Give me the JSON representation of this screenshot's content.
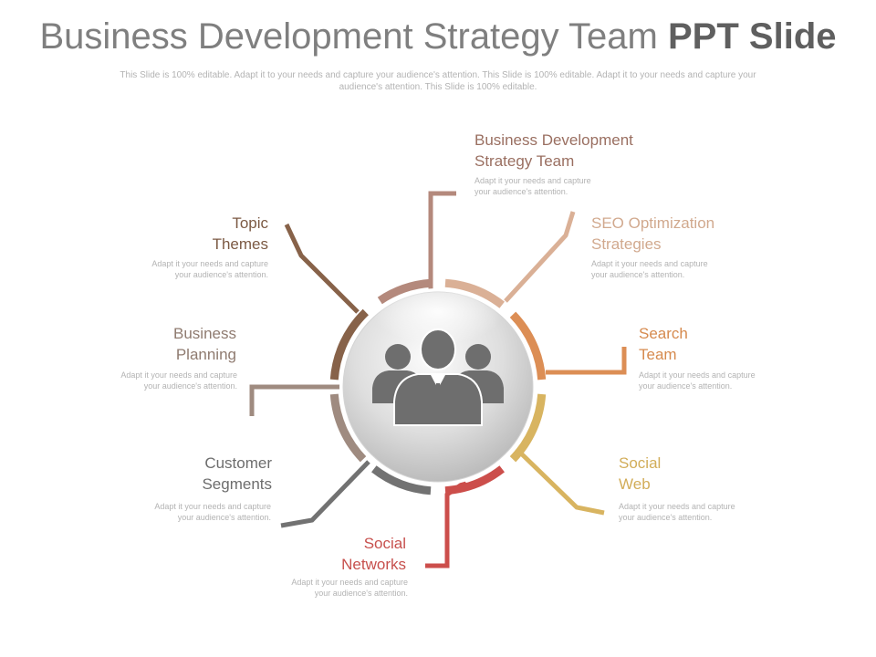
{
  "title": {
    "main": "Business Development Strategy Team",
    "bold": "PPT Slide"
  },
  "subtitle": "This Slide is 100% editable. Adapt it to your needs and capture your audience's attention. This Slide is 100% editable. Adapt it to your needs and capture your audience's attention. This Slide is 100% editable.",
  "center_icon": "team-people-icon",
  "items": [
    {
      "id": "bdst",
      "line1": "Business Development",
      "line2": "Strategy Team",
      "desc1": "Adapt it your needs and capture",
      "desc2": "your audience's attention.",
      "color": "#b4897c"
    },
    {
      "id": "seo",
      "line1": "SEO Optimization",
      "line2": "Strategies",
      "desc1": "Adapt it your needs and capture",
      "desc2": "your audience's attention.",
      "color": "#dab096"
    },
    {
      "id": "search",
      "line1": "Search",
      "line2": "Team",
      "desc1": "Adapt it your needs and capture",
      "desc2": "your audience's attention.",
      "color": "#dc8e55"
    },
    {
      "id": "social-web",
      "line1": "Social",
      "line2": "Web",
      "desc1": "Adapt it your needs and capture",
      "desc2": "your audience's attention.",
      "color": "#d8b460"
    },
    {
      "id": "social-networks",
      "line1": "Social",
      "line2": "Networks",
      "desc1": "Adapt it your needs and capture",
      "desc2": "your audience's attention.",
      "color": "#cc4e4b"
    },
    {
      "id": "customer",
      "line1": "Customer",
      "line2": "Segments",
      "desc1": "Adapt it your needs and capture",
      "desc2": "your audience's attention.",
      "color": "#727272"
    },
    {
      "id": "planning",
      "line1": "Business",
      "line2": "Planning",
      "desc1": "Adapt it your needs and capture",
      "desc2": "your audience's attention.",
      "color": "#9f8b80"
    },
    {
      "id": "topic",
      "line1": "Topic",
      "line2": "Themes",
      "desc1": "Adapt it your needs and capture",
      "desc2": "your audience's attention.",
      "color": "#876249"
    }
  ]
}
